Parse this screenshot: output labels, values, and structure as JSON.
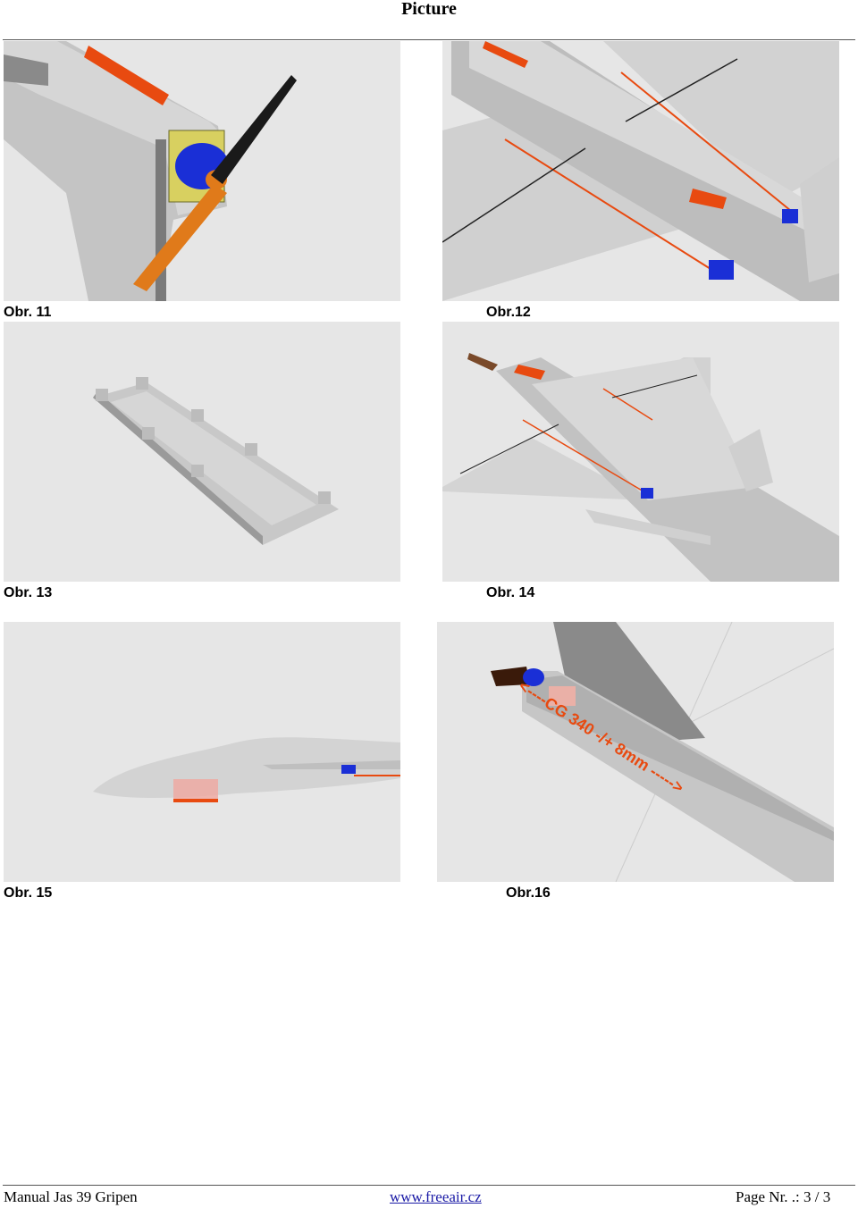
{
  "header": {
    "title": "Picture"
  },
  "figures": [
    {
      "caption": "Obr. 11"
    },
    {
      "caption": "Obr.12"
    },
    {
      "caption": "Obr. 13"
    },
    {
      "caption": "Obr. 14"
    },
    {
      "caption": "Obr. 15"
    },
    {
      "caption": "Obr.16",
      "annotation": "<----CG 340 -/+ 8mm ----->"
    }
  ],
  "footer": {
    "manual": "Manual  Jas 39 Gripen",
    "link": "www.freeair.cz",
    "page": "Page Nr. .: 3 / 3"
  },
  "colors": {
    "background": "#e6e6e6",
    "foam": "#c8c8c8",
    "accent_orange": "#e84a10",
    "motor_blue": "#1a2fd6",
    "propeller": "#e07a1a"
  }
}
